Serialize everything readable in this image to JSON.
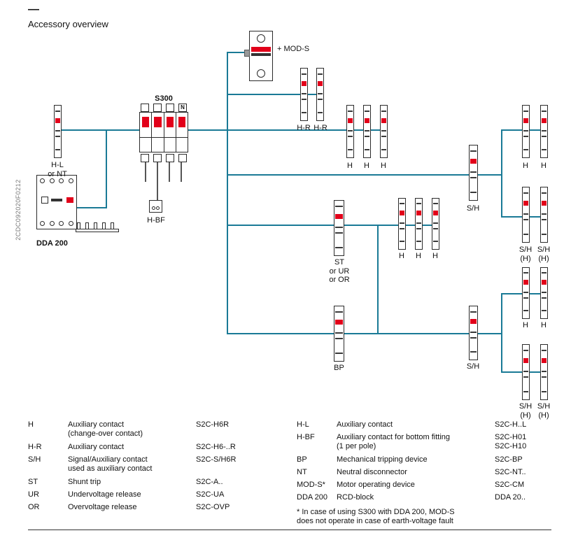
{
  "page": {
    "dash": "—",
    "title": "Accessory overview",
    "side_code": "2CDC092020F0212"
  },
  "colors": {
    "line": "#1a7a96",
    "red": "#e2001a"
  },
  "diagram": {
    "s300": {
      "label": "S300",
      "n": "N"
    },
    "mods": {
      "label": "+ MOD-S"
    },
    "hl": {
      "label": "H-L\nor NT"
    },
    "hr": [
      "H-R",
      "H-R"
    ],
    "h_top": [
      "H",
      "H",
      "H"
    ],
    "sh_upper": {
      "label": "S/H"
    },
    "h_right_top": [
      "H",
      "H"
    ],
    "shh_top": [
      "S/H\n(H)",
      "S/H\n(H)"
    ],
    "st": {
      "label": "ST\nor UR\nor OR"
    },
    "h_mid": [
      "H",
      "H",
      "H"
    ],
    "bp": {
      "label": "BP"
    },
    "sh_lower": {
      "label": "S/H"
    },
    "h_right_low": [
      "H",
      "H"
    ],
    "shh_low": [
      "S/H\n(H)",
      "S/H\n(H)"
    ],
    "hbf": {
      "label": "H-BF"
    },
    "dda": {
      "label": "DDA 200"
    }
  },
  "legend": {
    "left": [
      {
        "abbr": "H",
        "desc": "Auxiliary contact\n(change-over contact)",
        "part": "S2C-H6R"
      },
      {
        "abbr": "H-R",
        "desc": "Auxiliary contact",
        "part": "S2C-H6-..R"
      },
      {
        "abbr": "S/H",
        "desc": "Signal/Auxiliary contact\nused as auxiliary contact",
        "part": "S2C-S/H6R"
      },
      {
        "abbr": "ST",
        "desc": "Shunt trip",
        "part": "S2C-A.."
      },
      {
        "abbr": "UR",
        "desc": "Undervoltage release",
        "part": "S2C-UA"
      },
      {
        "abbr": "OR",
        "desc": "Overvoltage release",
        "part": "S2C-OVP"
      }
    ],
    "right": [
      {
        "abbr": "H-L",
        "desc": "Auxiliary contact",
        "part": "S2C-H..L"
      },
      {
        "abbr": "H-BF",
        "desc": "Auxiliary contact for bottom fitting\n(1 per pole)",
        "part": "S2C-H01\nS2C-H10"
      },
      {
        "abbr": "BP",
        "desc": "Mechanical tripping device",
        "part": "S2C-BP"
      },
      {
        "abbr": "NT",
        "desc": "Neutral disconnector",
        "part": "S2C-NT.."
      },
      {
        "abbr": "MOD-S*",
        "desc": "Motor operating device",
        "part": "S2C-CM"
      },
      {
        "abbr": "DDA 200",
        "desc": "RCD-block",
        "part": "DDA 20.."
      }
    ],
    "footnote": "* In case of using S300 with DDA 200, MOD-S\ndoes not operate in case of earth-voltage fault"
  }
}
